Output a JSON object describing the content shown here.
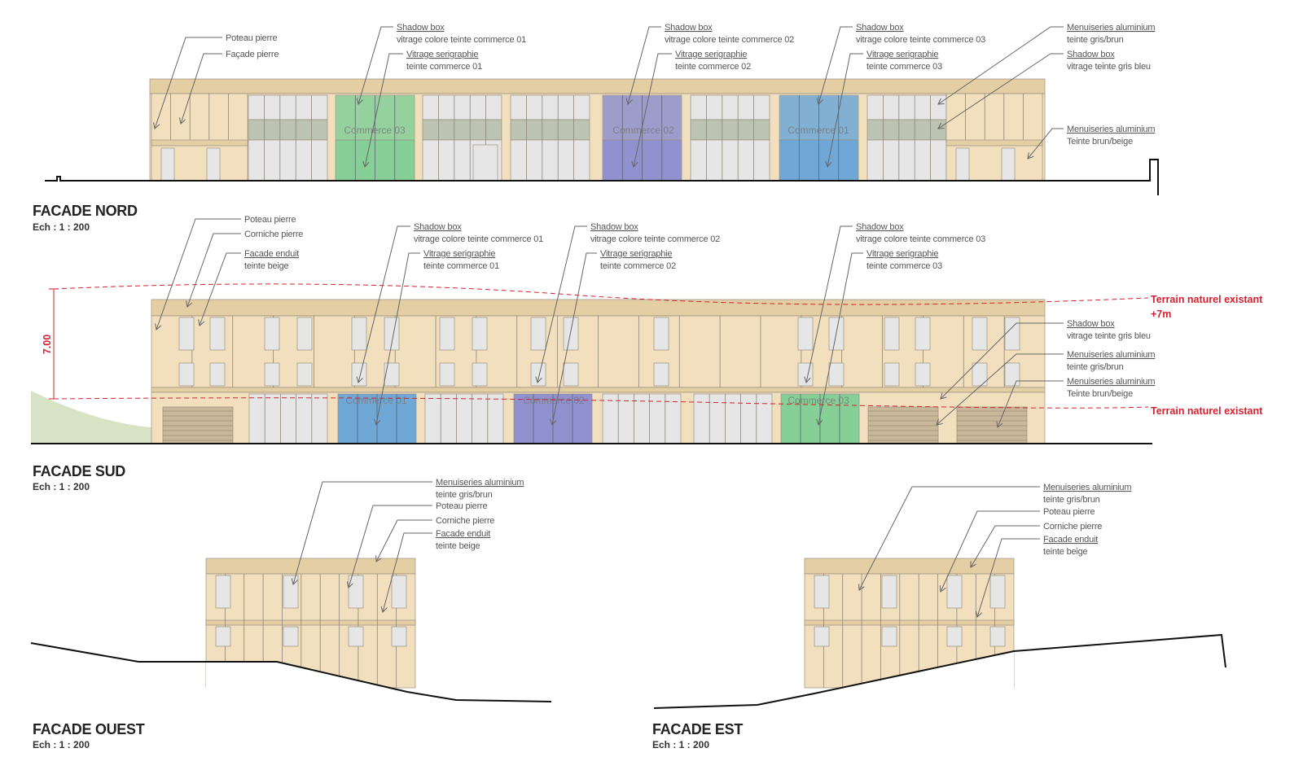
{
  "colors": {
    "stone": "#f1dfbe",
    "stone_dark": "#e4cfa5",
    "glass": "#e6e6e6",
    "glass_mid": "#bcc3b2",
    "commerce_01": "#6fa8d6",
    "commerce_02": "#8f92cf",
    "commerce_03": "#86cf97",
    "terrain": "#d4212f"
  },
  "facades": {
    "nord": {
      "title": "FACADE NORD",
      "scale": "Ech :  1 : 200",
      "commerces": [
        "Commerce 03",
        "Commerce 02",
        "Commerce 01"
      ],
      "labels": [
        {
          "title": "Poteau pierre"
        },
        {
          "title": "Façade pierre"
        },
        {
          "title": "Shadow box",
          "sub": "vitrage colore teinte commerce 01"
        },
        {
          "title": "Vitrage serigraphie",
          "sub": "teinte commerce 01"
        },
        {
          "title": "Shadow box",
          "sub": "vitrage colore teinte commerce 02"
        },
        {
          "title": "Vitrage serigraphie",
          "sub": "teinte commerce 02"
        },
        {
          "title": "Shadow box",
          "sub": "vitrage colore teinte commerce 03"
        },
        {
          "title": "Vitrage serigraphie",
          "sub": "teinte commerce 03"
        },
        {
          "title": "Menuiseries aluminium",
          "sub": "teinte gris/brun"
        },
        {
          "title": "Shadow box",
          "sub": "vitrage teinte gris bleu"
        },
        {
          "title": "Menuiseries aluminium",
          "sub": "Teinte brun/beige"
        }
      ]
    },
    "sud": {
      "title": "FACADE SUD",
      "scale": "Ech :  1 : 200",
      "commerces": [
        "Commerce 01",
        "Commerce 02",
        "Commerce 03"
      ],
      "dimension": "7.00",
      "terrain_top": "Terrain naturel existant",
      "terrain_top_offset": "+7m",
      "terrain_bottom": "Terrain naturel existant",
      "labels": [
        {
          "title": "Poteau pierre"
        },
        {
          "title": "Corniche pierre"
        },
        {
          "title": "Facade enduit",
          "sub": "teinte beige"
        },
        {
          "title": "Shadow box",
          "sub": "vitrage colore teinte commerce 01"
        },
        {
          "title": "Vitrage serigraphie",
          "sub": "teinte commerce 01"
        },
        {
          "title": "Shadow box",
          "sub": "vitrage colore teinte commerce 02"
        },
        {
          "title": "Vitrage serigraphie",
          "sub": "teinte commerce 02"
        },
        {
          "title": "Shadow box",
          "sub": "vitrage colore teinte commerce 03"
        },
        {
          "title": "Vitrage serigraphie",
          "sub": "teinte commerce 03"
        },
        {
          "title": "Shadow box",
          "sub": "vitrage teinte gris bleu"
        },
        {
          "title": "Menuiseries aluminium",
          "sub": "teinte gris/brun"
        },
        {
          "title": "Menuiseries aluminium",
          "sub": "Teinte brun/beige"
        }
      ]
    },
    "ouest": {
      "title": "FACADE OUEST",
      "scale": "Ech :  1 : 200",
      "labels": [
        {
          "title": "Menuiseries aluminium",
          "sub": "teinte gris/brun"
        },
        {
          "title": "Poteau pierre"
        },
        {
          "title": "Corniche pierre"
        },
        {
          "title": "Facade enduit",
          "sub": "teinte beige"
        }
      ]
    },
    "est": {
      "title": "FACADE EST",
      "scale": "Ech :  1 : 200",
      "labels": [
        {
          "title": "Menuiseries aluminium",
          "sub": "teinte gris/brun"
        },
        {
          "title": "Poteau pierre"
        },
        {
          "title": "Corniche pierre"
        },
        {
          "title": "Facade enduit",
          "sub": "teinte beige"
        }
      ]
    }
  }
}
